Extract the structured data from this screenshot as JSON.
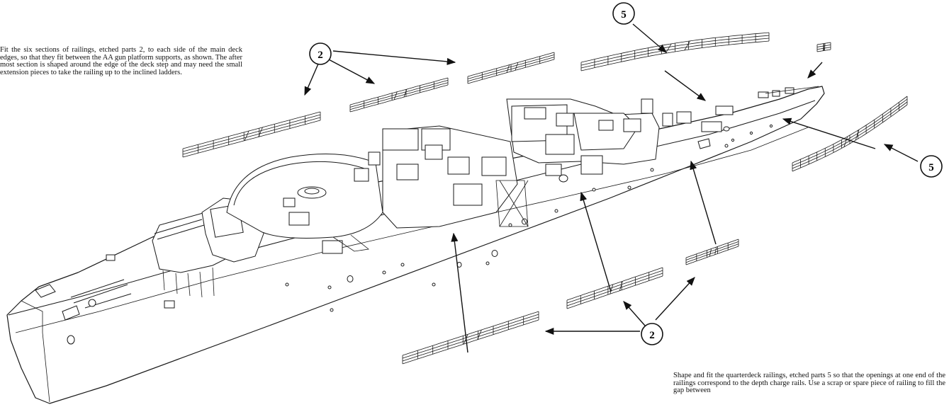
{
  "instructions": {
    "left_note": "Fit the six sections of railings, etched parts 2, to each side of the main deck edges, so that they fit between the AA gun platform supports, as shown. The after most section is shaped around the edge of the deck step and may need the small extension pieces to take the railing up to the inclined ladders.",
    "right_note": "Shape and fit the quarterdeck railings, etched parts 5 so that the openings at one end of the railings correspond to the depth charge rails. Use a scrap or spare piece of railing to fill the gap between"
  },
  "callouts": {
    "part2_upper": "2",
    "part2_lower": "2",
    "part5_upper": "5",
    "part5_right": "5"
  },
  "colors": {
    "ink": "#1a1a1a",
    "paper": "#ffffff"
  }
}
